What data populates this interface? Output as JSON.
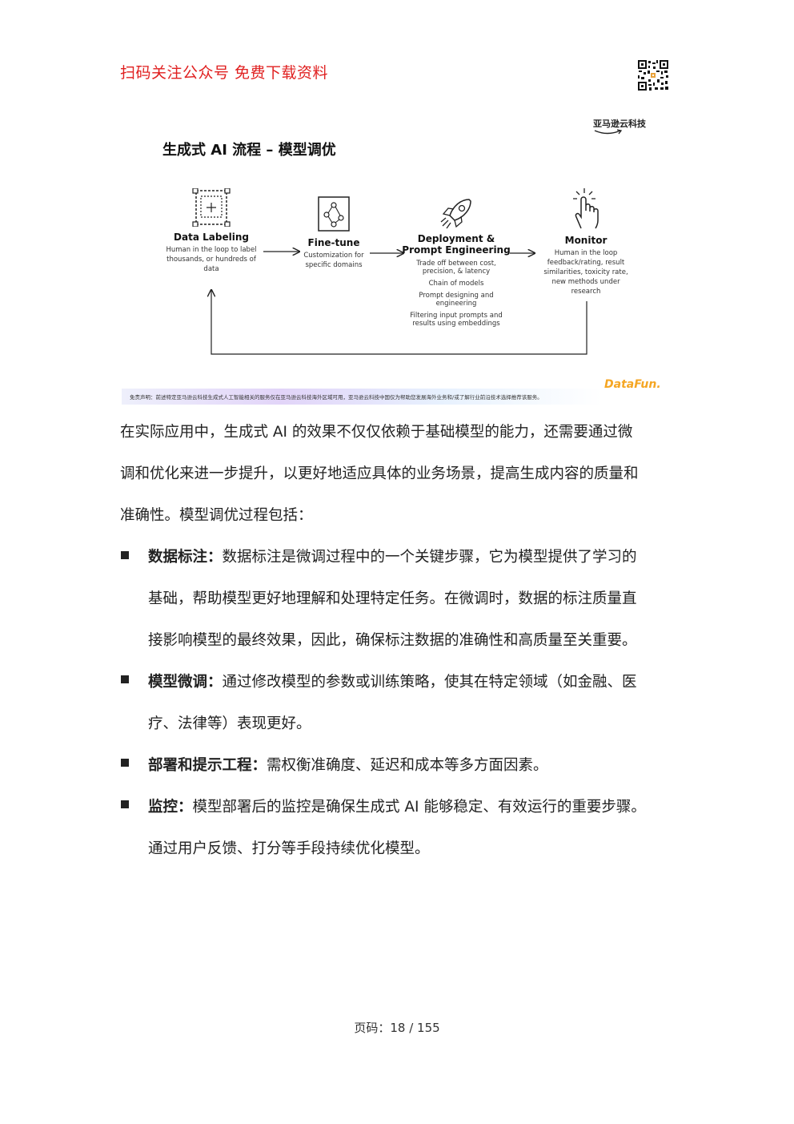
{
  "header": {
    "promo_text": "扫码关注公众号  免费下载资料"
  },
  "slide": {
    "brand": "亚马逊云科技",
    "title": "生成式 AI 流程 – 模型调优",
    "steps": [
      {
        "name": "Data Labeling",
        "desc": [
          "Human in the loop to label",
          "thousands, or hundreds of",
          "data"
        ]
      },
      {
        "name": "Fine-tune",
        "desc": [
          "Customization for",
          "specific domains"
        ]
      },
      {
        "name": [
          "Deployment &",
          "Prompt Engineering"
        ],
        "desc": [
          "Trade off between cost,",
          "precision, & latency",
          "Chain of models",
          "Prompt designing and",
          "engineering",
          "Filtering input prompts and",
          "results using embeddings"
        ]
      },
      {
        "name": "Monitor",
        "desc": [
          "Human in the loop",
          "feedback/rating, result",
          "similarities, toxicity rate,",
          "new methods under",
          "research"
        ]
      }
    ],
    "disclaimer": "免责声明：前述特定亚马逊云科技生成式人工智能相关的服务仅在亚马逊云科技海外区域可用，亚马逊云科技中国仅为帮助您发展海外业务和/或了解行业前沿技术选择推荐该服务。",
    "footer_logo": "DataFun."
  },
  "body": {
    "intro_lines": [
      "在实际应用中，生成式  AI  的效果不仅仅依赖于基础模型的能力，还需要通过微",
      "调和优化来进一步提升，以更好地适应具体的业务场景，提高生成内容的质量和",
      "准确性。模型调优过程包括："
    ],
    "bullets": [
      {
        "label": "数据标注：",
        "lines": [
          "数据标注是微调过程中的一个关键步骤，它为模型提供了学习的",
          "基础，帮助模型更好地理解和处理特定任务。在微调时，数据的标注质量直",
          "接影响模型的最终效果，因此，确保标注数据的准确性和高质量至关重要。"
        ]
      },
      {
        "label": "模型微调：",
        "lines": [
          "通过修改模型的参数或训练策略，使其在特定领域（如金融、医",
          "疗、法律等）表现更好。"
        ]
      },
      {
        "label": "部署和提示工程：",
        "lines": [
          "需权衡准确度、延迟和成本等多方面因素。"
        ]
      },
      {
        "label": "监控：",
        "lines": [
          "模型部署后的监控是确保生成式  AI  能够稳定、有效运行的重要步骤。",
          "通过用户反馈、打分等手段持续优化模型。"
        ]
      }
    ]
  },
  "footer": {
    "page_label": "页码：18 / 155"
  }
}
